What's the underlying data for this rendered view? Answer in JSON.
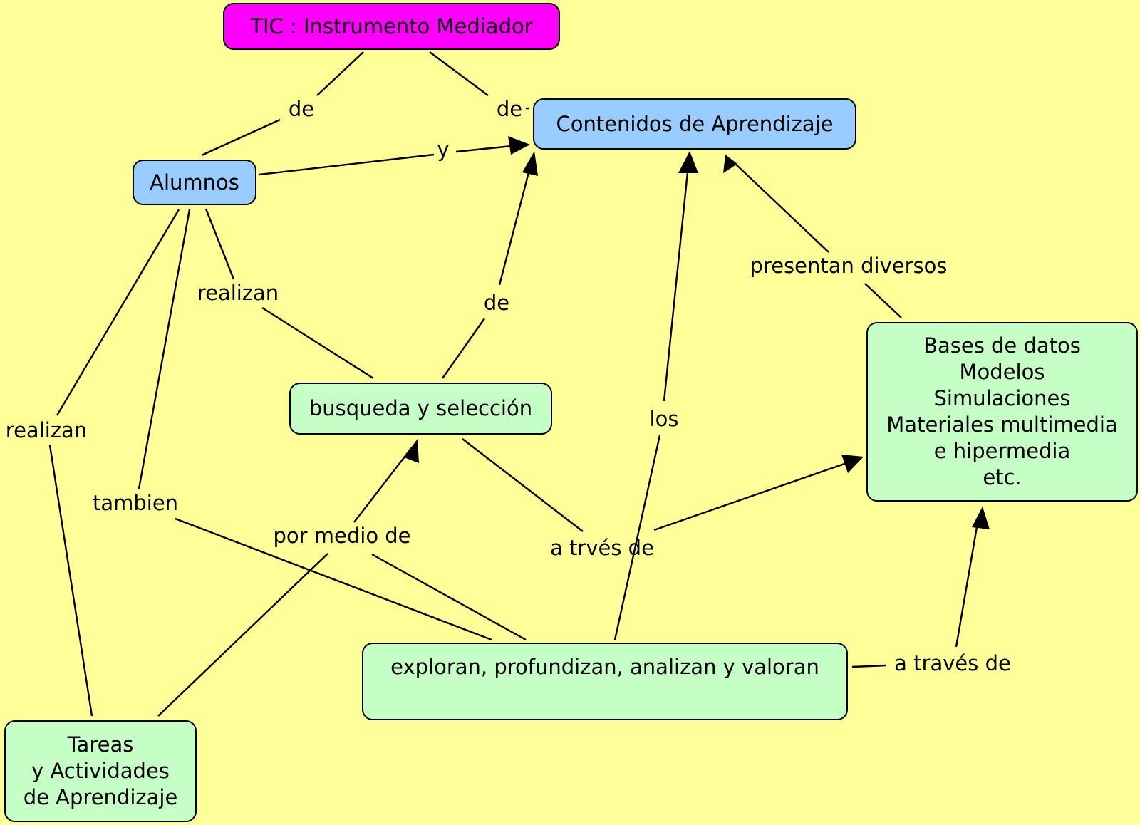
{
  "background_color": "#ffff99",
  "concepts": {
    "tic": "TIC : Instrumento Mediador",
    "contenidos": "Contenidos de Aprendizaje",
    "alumnos": "Alumnos",
    "busqueda": "busqueda y selección",
    "bases": [
      "Bases de datos",
      "Modelos",
      "Simulaciones",
      "Materiales multimedia",
      "e hipermedia",
      "etc."
    ],
    "exploran": "exploran, profundizan, analizan y valoran",
    "tareas": [
      "Tareas",
      "y Actividades",
      "de Aprendizaje"
    ]
  },
  "linking_phrases": {
    "de_tic_alumnos": "de",
    "de_tic_contenidos": "de",
    "y_alumnos_contenidos": "y",
    "realizan_busqueda": "realizan",
    "de_busqueda_contenidos": "de",
    "presentan_diversos": "presentan diversos",
    "los": "los",
    "realizan_tareas": "realizan",
    "tambien": "tambien",
    "por_medio_de": "por medio de",
    "a_trves_de": "a trvés de",
    "a_traves_de": "a través de"
  },
  "colors": {
    "tic_fill": "#ff00ff",
    "blue_fill": "#99ccff",
    "green_fill": "#c6ffc6",
    "line": "#000000"
  }
}
